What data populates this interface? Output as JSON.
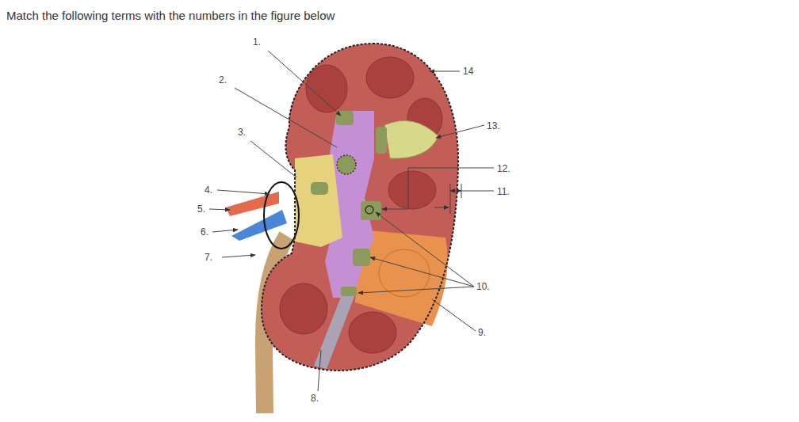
{
  "diagram": {
    "title": "Match the following terms with the numbers in the figure below",
    "labels": [
      "1.",
      "2.",
      "3.",
      "4.",
      "5.",
      "6.",
      "7.",
      "8.",
      "9.",
      "10.",
      "11.",
      "12.",
      "13.",
      "14"
    ]
  }
}
